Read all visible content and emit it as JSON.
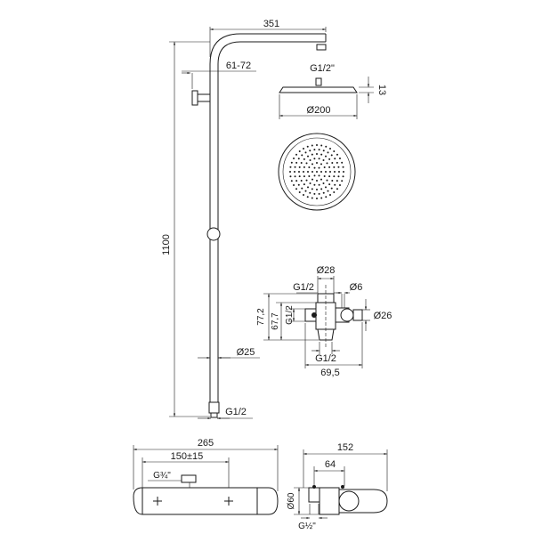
{
  "labels": {
    "top_width": "351",
    "arm_offset": "61-72",
    "head_thread": "G1/2\"",
    "head_height": "13",
    "head_diameter": "Ø200",
    "column_height": "1100",
    "column_diameter": "Ø25",
    "column_thread": "G1/2",
    "holder_top_diameter": "Ø28",
    "holder_thread_top": "G1/2",
    "holder_pin": "Ø6",
    "holder_h_outer": "77,2",
    "holder_h_inner": "67,7",
    "holder_thread_side": "G1/2",
    "holder_diameter": "Ø26",
    "holder_thread_bottom": "G1/2",
    "holder_width": "69,5",
    "mixer_width": "265",
    "mixer_centers": "150±15",
    "mixer_inlet": "G¾\"",
    "mixer_depth": "152",
    "mixer_offset": "64",
    "mixer_diameter": "Ø60",
    "mixer_outlet": "G½\""
  }
}
